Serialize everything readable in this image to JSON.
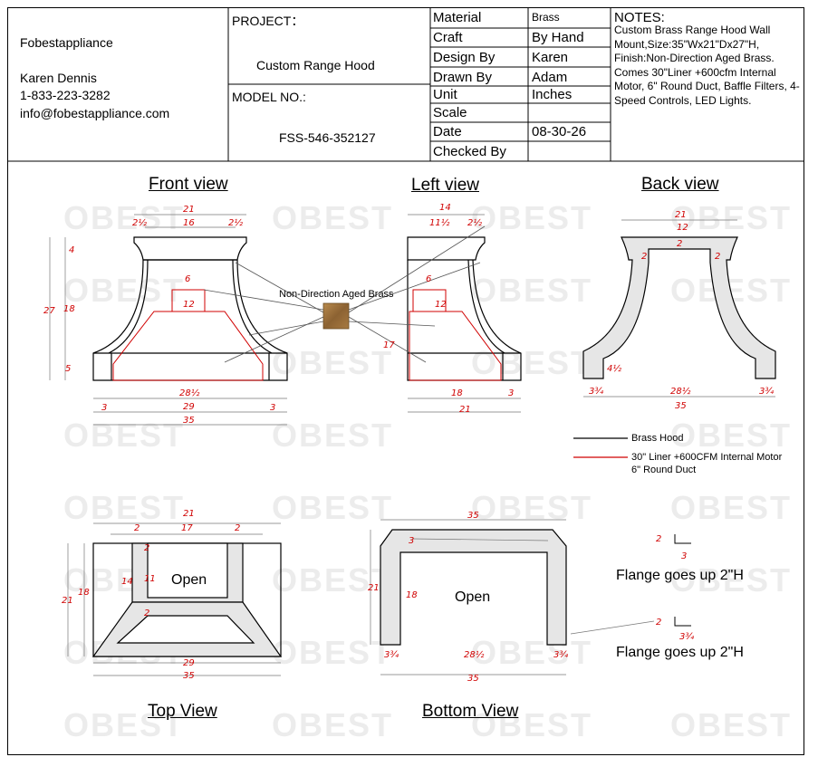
{
  "company": {
    "name": "Fobestappliance",
    "contact": "Karen Dennis",
    "phone": "1-833-223-3282",
    "email": "info@fobestappliance.com"
  },
  "project": {
    "label": "PROJECT：",
    "name": "Custom Range Hood",
    "model_label": "MODEL NO.:",
    "model": "FSS-546-352127"
  },
  "specs": [
    {
      "label": "Material",
      "value": "Brass"
    },
    {
      "label": "Craft",
      "value": "By Hand"
    },
    {
      "label": "Design By",
      "value": "Karen"
    },
    {
      "label": "Drawn By",
      "value": "Adam"
    },
    {
      "label": "Unit",
      "value": "Inches"
    },
    {
      "label": "Scale",
      "value": ""
    },
    {
      "label": "Date",
      "value": "08-30-26"
    },
    {
      "label": "Checked By",
      "value": ""
    }
  ],
  "notes": {
    "title": "NOTES:",
    "text": "Custom Brass Range Hood Wall Mount,Size:35\"Wx21\"Dx27\"H, Finish:Non-Direction Aged Brass. Comes 30\"Liner +600cfm Internal Motor, 6\" Round Duct, Baffle Filters, 4-Speed Controls, LED Lights."
  },
  "views": {
    "front": "Front view",
    "left": "Left view",
    "back": "Back view",
    "top": "Top View",
    "bottom": "Bottom View"
  },
  "finish_label": "Non-Direction Aged Brass",
  "legend": {
    "hood": "Brass Hood",
    "liner_1": "30\" Liner +600CFM Internal Motor",
    "liner_2": "6\" Round Duct"
  },
  "open_label": "Open",
  "flange_label": "Flange goes up 2\"H",
  "watermark": "OBEST",
  "dims": {
    "d21": "21",
    "d16": "16",
    "d2h": "2½",
    "d4": "4",
    "d27": "27",
    "d18": "18",
    "d5": "5",
    "d6": "6",
    "d12": "12",
    "d285": "28½",
    "d29": "29",
    "d35": "35",
    "d3": "3",
    "d14": "14",
    "d115": "11½",
    "d17": "17",
    "d2": "2",
    "d45": "4½",
    "d34": "3¾",
    "d11": "11"
  },
  "colors": {
    "dim": "#d00000",
    "finish": "#a0743c"
  }
}
